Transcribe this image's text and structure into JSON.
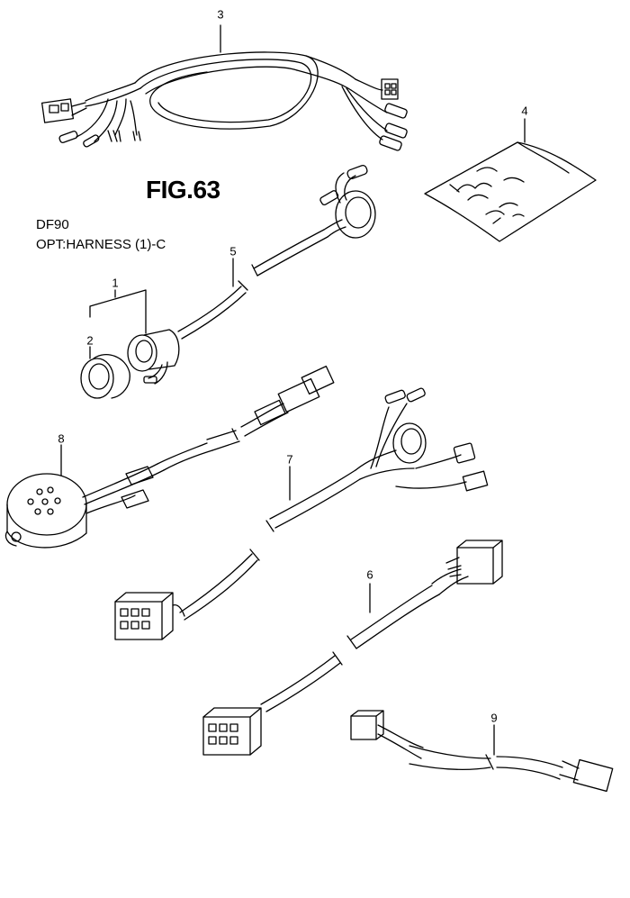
{
  "figure": {
    "title": "FIG.63",
    "model": "DF90",
    "caption": "OPT:HARNESS (1)-C"
  },
  "callouts": [
    {
      "id": "1",
      "label": "1"
    },
    {
      "id": "2",
      "label": "2"
    },
    {
      "id": "3",
      "label": "3"
    },
    {
      "id": "4",
      "label": "4"
    },
    {
      "id": "5",
      "label": "5"
    },
    {
      "id": "6",
      "label": "6"
    },
    {
      "id": "7",
      "label": "7"
    },
    {
      "id": "8",
      "label": "8"
    },
    {
      "id": "9",
      "label": "9"
    }
  ],
  "colors": {
    "ink": "#000000",
    "paper": "#ffffff"
  }
}
